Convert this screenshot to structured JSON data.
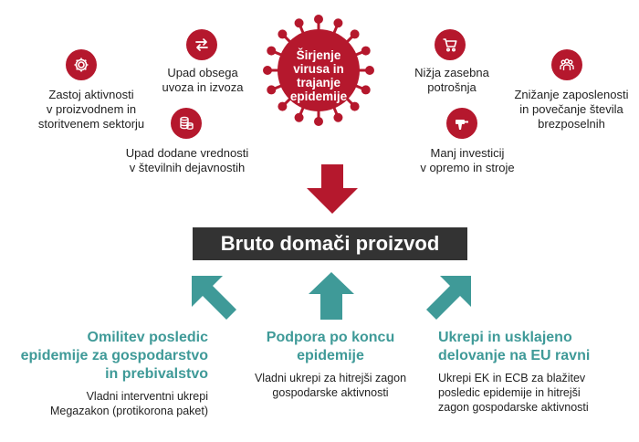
{
  "center": {
    "virus_lines": [
      "Širjenje",
      "virusa in",
      "trajanje",
      "epidemije"
    ],
    "gdp_label": "Bruto domači proizvod"
  },
  "effects": [
    {
      "icon": "gear-icon",
      "lines": [
        "Zastoj aktivnosti",
        "v proizvodnem in",
        "storitvenem sektorju"
      ]
    },
    {
      "icon": "exchange-arrows-icon",
      "lines": [
        "Upad obsega",
        "uvoza in izvoza"
      ]
    },
    {
      "icon": "coins-icon",
      "lines": [
        "Upad dodane vrednosti",
        "v številnih dejavnostih"
      ]
    },
    {
      "icon": "shopping-cart-icon",
      "lines": [
        "Nižja zasebna",
        "potrošnja"
      ]
    },
    {
      "icon": "people-icon",
      "lines": [
        "Znižanje zaposlenosti",
        "in povečanje števila",
        "brezposelnih"
      ]
    },
    {
      "icon": "drill-icon",
      "lines": [
        "Manj investicij",
        "v opremo in stroje"
      ]
    }
  ],
  "measures": [
    {
      "title_lines": [
        "Omilitev posledic",
        "epidemije za gospodarstvo",
        "in prebivalstvo"
      ],
      "sub_lines": [
        "Vladni interventni ukrepi",
        "Megazakon (protikorona paket)"
      ]
    },
    {
      "title_lines": [
        "Podpora po koncu",
        "epidemije"
      ],
      "sub_lines": [
        "Vladni ukrepi za hitrejši zagon",
        "gospodarske aktivnosti"
      ]
    },
    {
      "title_lines": [
        "Ukrepi in usklajeno",
        "delovanje na EU ravni"
      ],
      "sub_lines": [
        "Ukrepi EK in ECB za blažitev",
        "posledic epidemije in hitrejši",
        "zagon gospodarske aktivnosti"
      ]
    }
  ],
  "colors": {
    "virus": "#b5182d",
    "arrow_down": "#b5182d",
    "arrow_up": "#3f9a98",
    "gdp_box": "#333333"
  }
}
